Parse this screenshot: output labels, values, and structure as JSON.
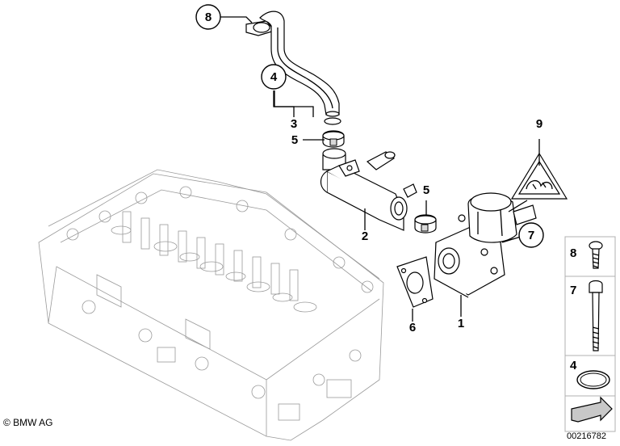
{
  "callouts": {
    "c8": "8",
    "c4": "4",
    "c3": "3",
    "c5a": "5",
    "c9": "9",
    "c5b": "5",
    "c2": "2",
    "c7": "7",
    "c6": "6",
    "c1": "1"
  },
  "legend": {
    "items": [
      {
        "label": "8"
      },
      {
        "label": "7"
      },
      {
        "label": "4"
      }
    ]
  },
  "footer": {
    "copyright": "© BMW AG",
    "part_number": "00216782"
  },
  "colors": {
    "line": "#000000",
    "ghost": "#9a9a9a",
    "legend_border": "#b0b0b0",
    "arrow_fill": "#c8c8c8"
  }
}
